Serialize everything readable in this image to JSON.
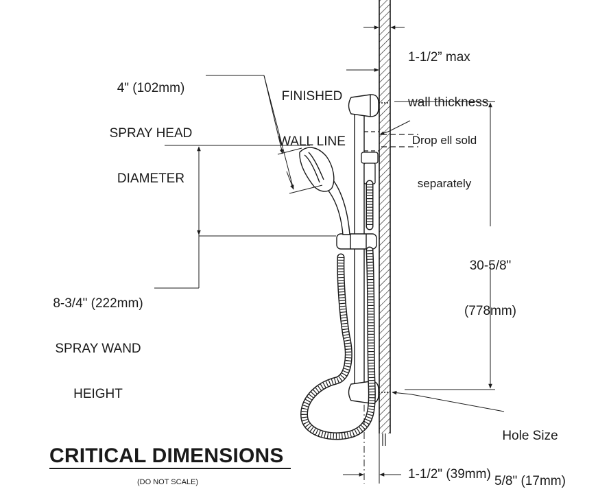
{
  "labels": {
    "wall_thickness": {
      "line1": "1-1/2” max",
      "line2": "wall thickness"
    },
    "finished_wall": {
      "line1": "FINISHED",
      "line2": "WALL LINE"
    },
    "spray_head": {
      "line1": "4\" (102mm)",
      "line2": "SPRAY HEAD",
      "line3": "DIAMETER"
    },
    "drop_ell": {
      "line1": "Drop ell sold",
      "line2": "separately"
    },
    "bar_height": {
      "line1": "30-5/8\"",
      "line2": "(778mm)"
    },
    "wand_height": {
      "line1": "8-3/4\" (222mm)",
      "line2": "SPRAY WAND",
      "line3": "HEIGHT"
    },
    "hole_size": {
      "line1": "Hole Size",
      "line2": "5/8\" (17mm)"
    },
    "projection": "1-1/2\" (39mm)"
  },
  "title": "CRITICAL DIMENSIONS",
  "note": "(DO NOT SCALE)"
}
